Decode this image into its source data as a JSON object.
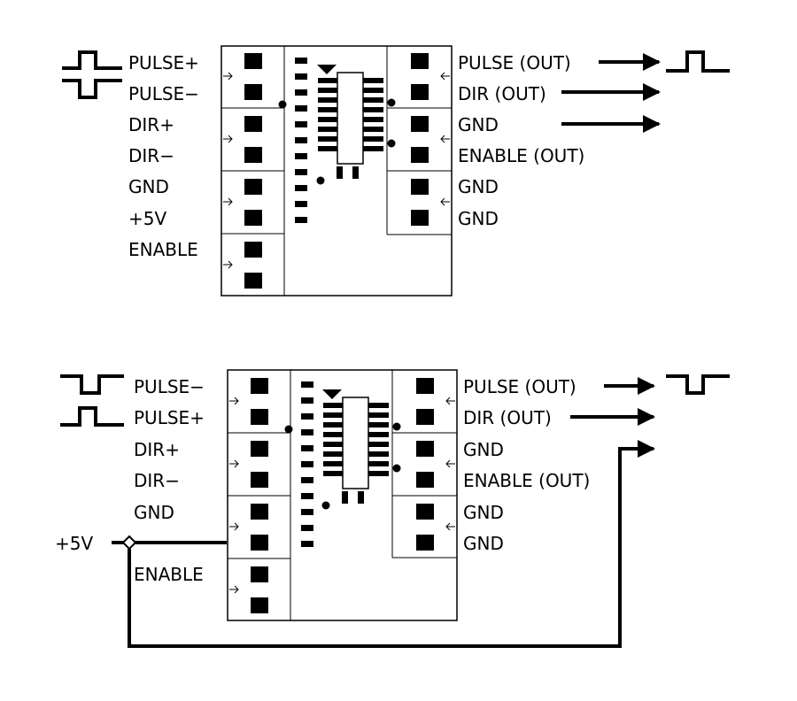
{
  "diagrams": [
    {
      "left_labels": [
        "PULSE+",
        "PULSE−",
        "DIR+",
        "DIR−",
        "GND",
        "+5V",
        "ENABLE"
      ],
      "right_labels": [
        "PULSE (OUT)",
        "DIR (OUT)",
        "GND",
        "ENABLE (OUT)",
        "GND",
        "GND"
      ]
    },
    {
      "left_labels": [
        "PULSE−",
        "PULSE+",
        "DIR+",
        "DIR−",
        "GND",
        "ENABLE"
      ],
      "external_label": "+5V",
      "right_labels": [
        "PULSE (OUT)",
        "DIR (OUT)",
        "GND",
        "ENABLE (OUT)",
        "GND",
        "GND"
      ]
    }
  ]
}
